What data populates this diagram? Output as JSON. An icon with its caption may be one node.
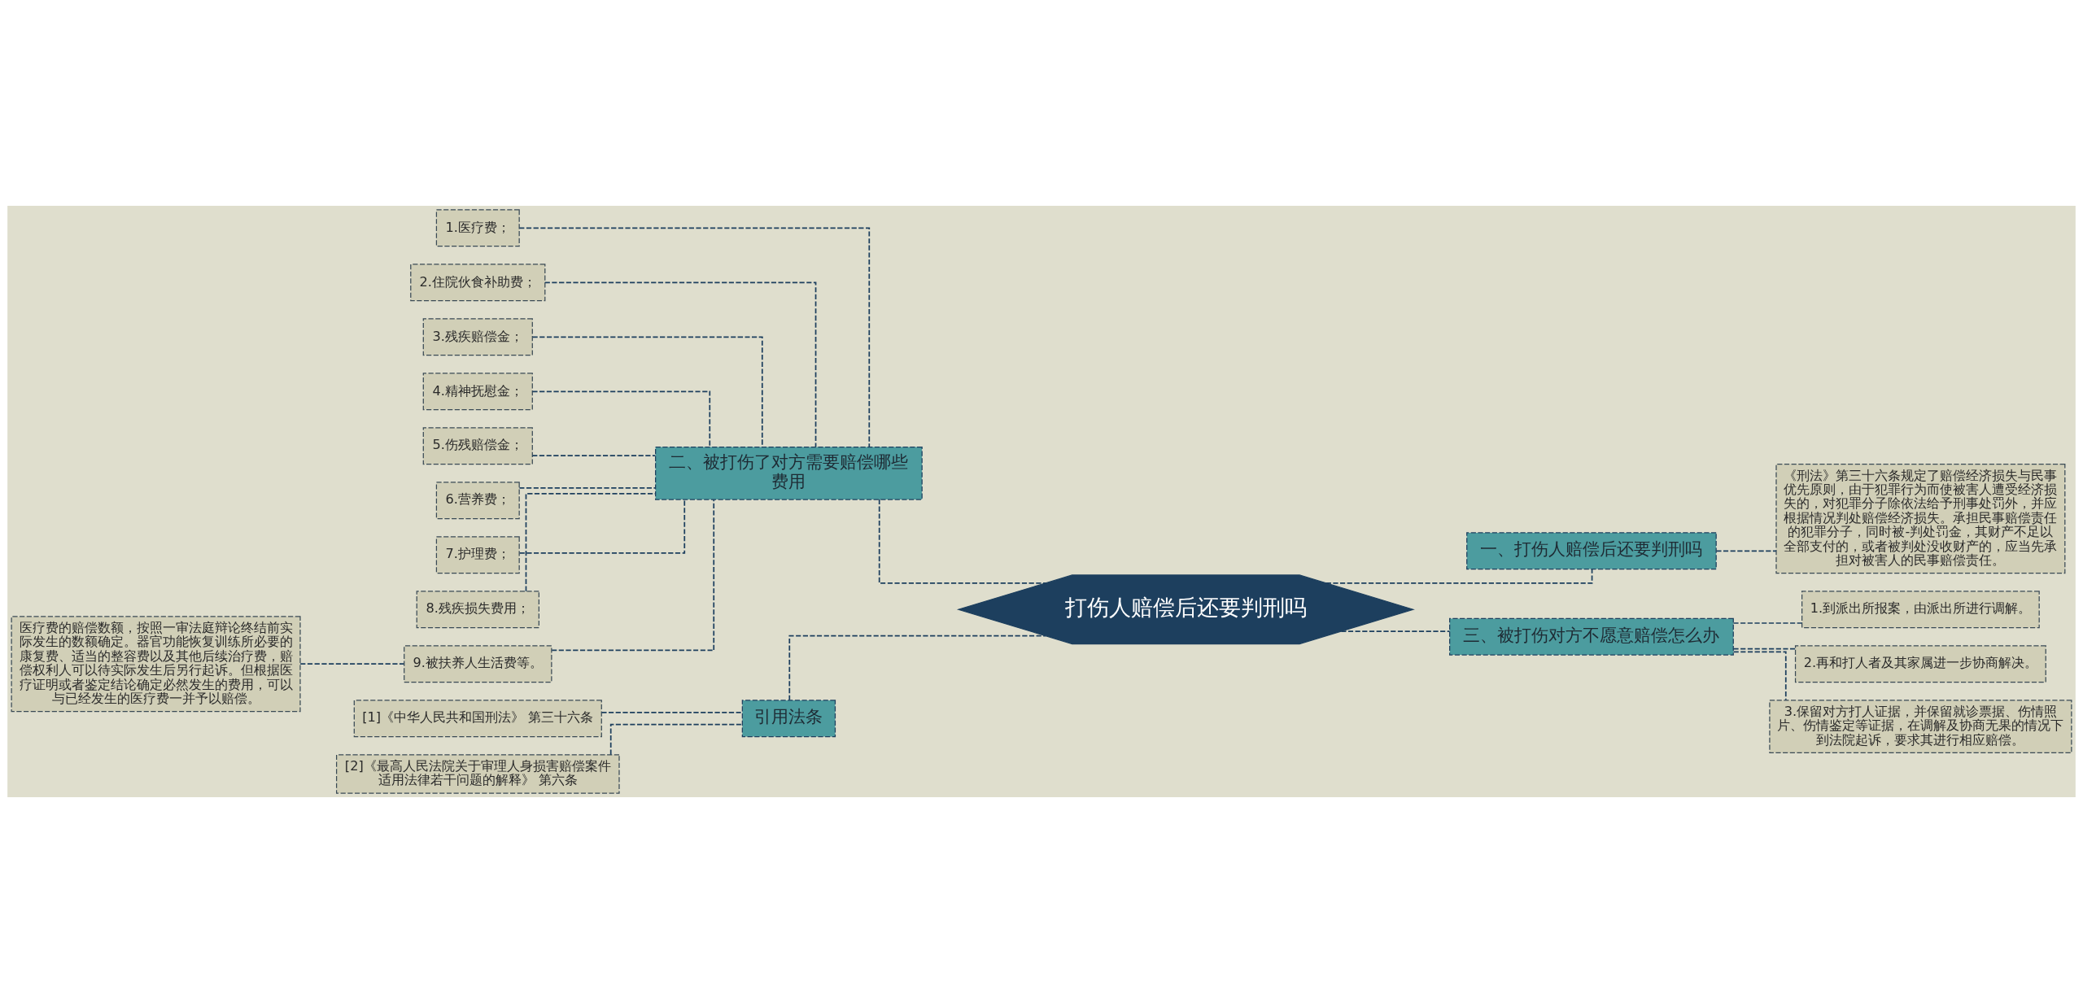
{
  "diagram": {
    "nodes": [
      {
        "text": [
          "打伤人赔偿后还要判刑吗"
        ]
      },
      {
        "text": [
          "一、打伤人赔偿后还要判刑吗"
        ]
      },
      {
        "text": [
          "《刑法》第三十六条规定了赔偿经济损失与民事优先原则，由于犯罪行为而使被害人遭受经济损失的，对犯罪分子除依法给予刑事处罚外，并应根据情况判处赔偿经济损失。承担民事赔偿责任的犯罪分子，同时被-判处罚金，其财产不足以全部支付的，或者被判处没收财产的，应当先承担对被害人的民事赔偿责任。"
        ]
      },
      {
        "text": [
          "二、被打伤了对方需要赔偿哪些费用"
        ]
      },
      {
        "text": [
          "1.医疗费；"
        ]
      },
      {
        "text": [
          "2.住院伙食补助费；"
        ]
      },
      {
        "text": [
          "3.残疾赔偿金；"
        ]
      },
      {
        "text": [
          "4.精神抚慰金；"
        ]
      },
      {
        "text": [
          "5.伤残赔偿金；"
        ]
      },
      {
        "text": [
          "6.营养费；"
        ]
      },
      {
        "text": [
          "7.护理费；"
        ]
      },
      {
        "text": [
          "8.残疾损失费用；"
        ]
      },
      {
        "text": [
          "9.被扶养人生活费等。"
        ]
      },
      {
        "text": [
          "医疗费的赔偿数额，按照一审法庭辩论终结前实际发生的数额确定。器官功能恢复训练所必要的康复费、适当的整容费以及其他后续治疗费，赔偿权利人可以待实际发生后另行起诉。但根据医疗证明或者鉴定结论确定必然发生的费用，可以与已经发生的医疗费一并予以赔偿。"
        ]
      },
      {
        "text": [
          "三、被打伤对方不愿意赔偿怎么办"
        ]
      },
      {
        "text": [
          "1.到派出所报案，由派出所进行调解。"
        ]
      },
      {
        "text": [
          "2.再和打人者及其家属进一步协商解决。"
        ]
      },
      {
        "text": [
          "3.保留对方打人证据，并保留就诊票据、伤情照片、伤情鉴定等证据，在调解及协商无果的情况下到法院起诉，要求其进行相应赔偿。"
        ]
      },
      {
        "text": [
          "引用法条"
        ]
      },
      {
        "text": [
          "[1]《中华人民共和国刑法》 第三十六条"
        ]
      },
      {
        "text": [
          "[2]《最高人民法院关于审理人身损害赔偿案件适用法律若干问题的解释》 第六条"
        ]
      }
    ],
    "edges": [
      {
        "from": 0,
        "to": 1,
        "arrow": "none",
        "style": "dashed"
      },
      {
        "from": 1,
        "to": 2,
        "arrow": "none",
        "style": "dashed"
      },
      {
        "from": 0,
        "to": 3,
        "arrow": "none",
        "style": "dashed"
      },
      {
        "from": 3,
        "to": 4,
        "arrow": "none",
        "style": "dashed"
      },
      {
        "from": 3,
        "to": 5,
        "arrow": "none",
        "style": "dashed"
      },
      {
        "from": 3,
        "to": 6,
        "arrow": "none",
        "style": "dashed"
      },
      {
        "from": 3,
        "to": 7,
        "arrow": "none",
        "style": "dashed"
      },
      {
        "from": 3,
        "to": 8,
        "arrow": "none",
        "style": "dashed"
      },
      {
        "from": 3,
        "to": 9,
        "arrow": "none",
        "style": "dashed"
      },
      {
        "from": 3,
        "to": 10,
        "arrow": "none",
        "style": "dashed"
      },
      {
        "from": 3,
        "to": 11,
        "arrow": "none",
        "style": "dashed"
      },
      {
        "from": 3,
        "to": 12,
        "arrow": "none",
        "style": "dashed"
      },
      {
        "from": 12,
        "to": 13,
        "arrow": "none",
        "style": "dashed"
      },
      {
        "from": 0,
        "to": 14,
        "arrow": "none",
        "style": "dashed"
      },
      {
        "from": 14,
        "to": 15,
        "arrow": "none",
        "style": "dashed"
      },
      {
        "from": 14,
        "to": 16,
        "arrow": "none",
        "style": "dashed"
      },
      {
        "from": 14,
        "to": 17,
        "arrow": "none",
        "style": "dashed"
      },
      {
        "from": 0,
        "to": 18,
        "arrow": "none",
        "style": "dashed"
      },
      {
        "from": 18,
        "to": 19,
        "arrow": "none",
        "style": "dashed"
      },
      {
        "from": 18,
        "to": 20,
        "arrow": "none",
        "style": "dashed"
      }
    ]
  }
}
